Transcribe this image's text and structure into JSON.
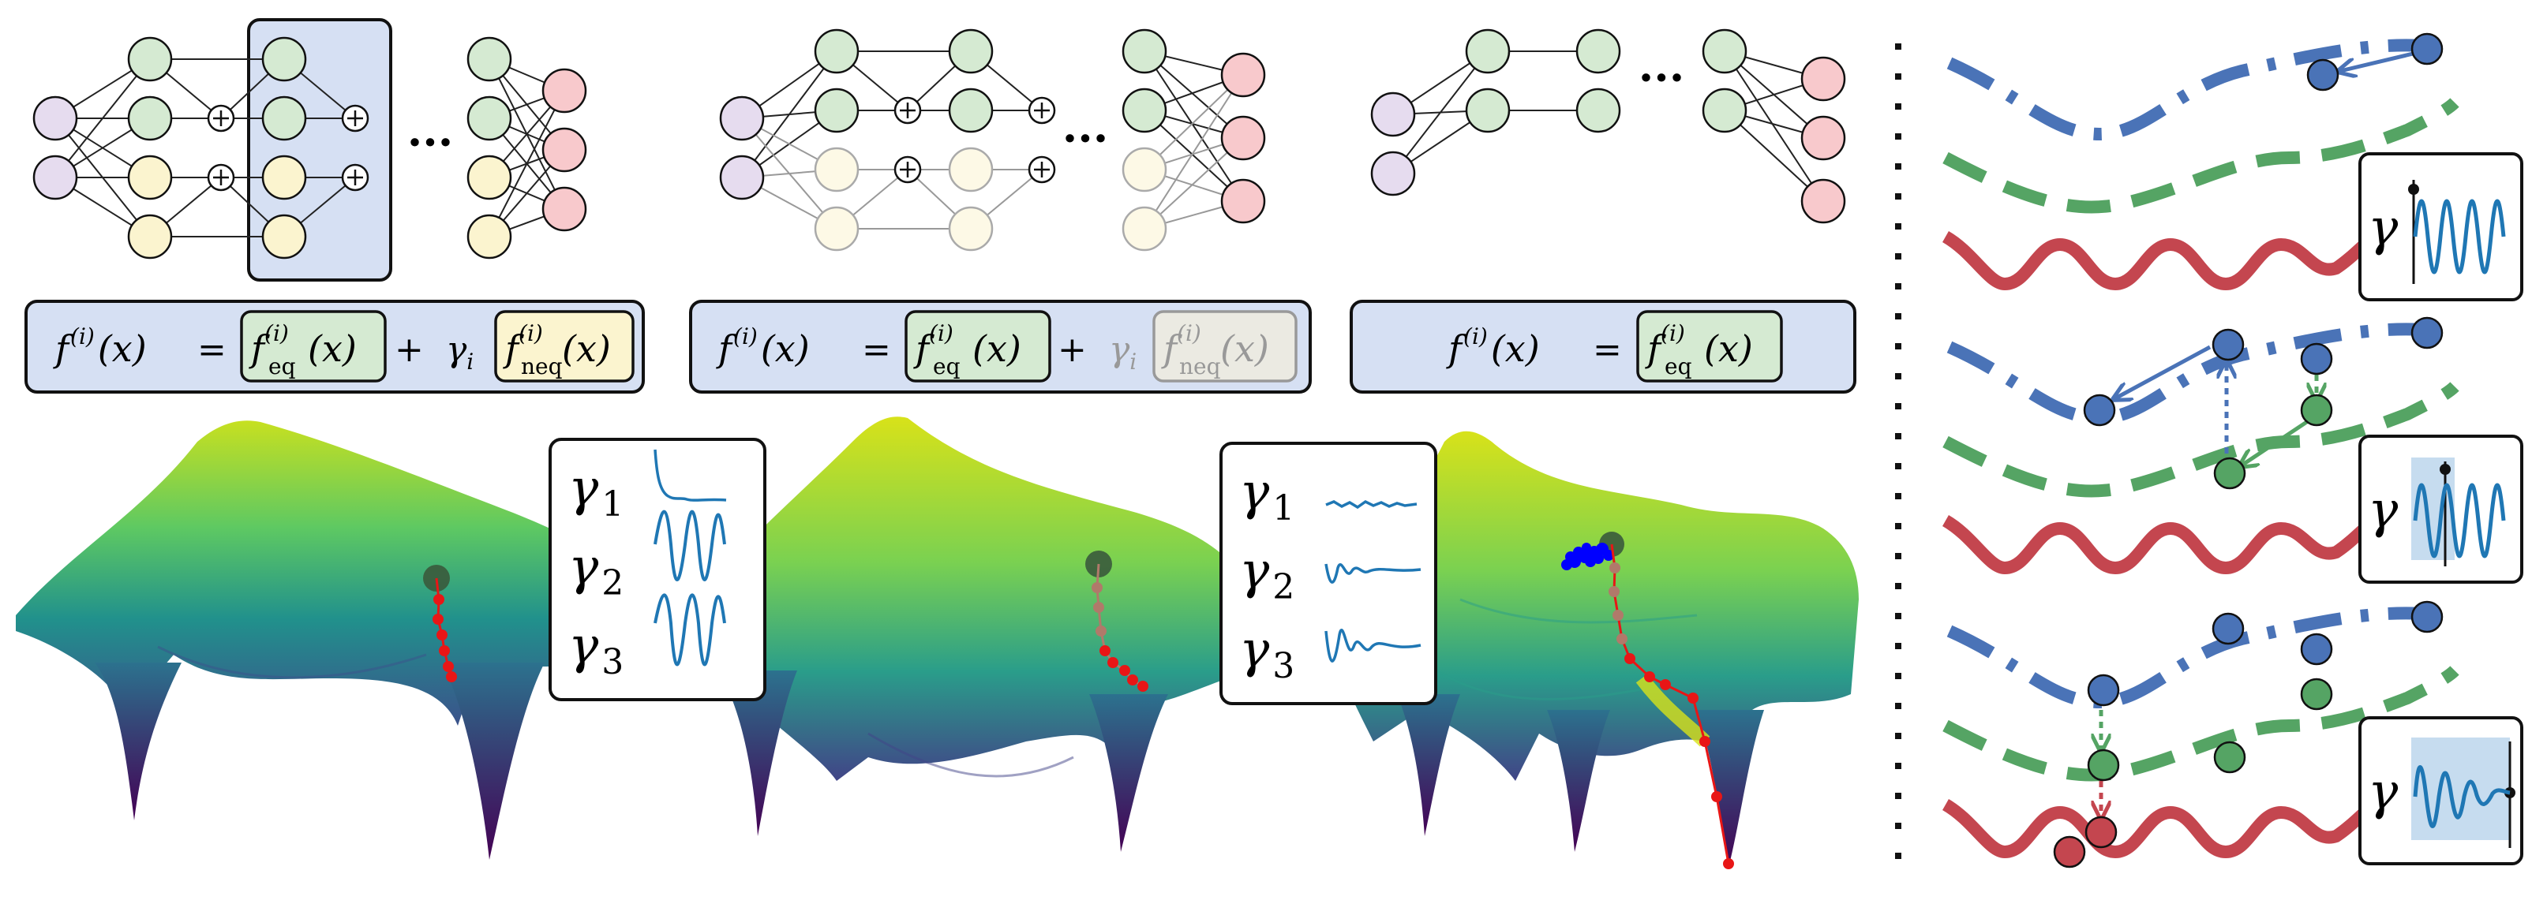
{
  "colors": {
    "node_purple": "#e6dcef",
    "node_green": "#d5ead2",
    "node_yellow": "#fbf4cf",
    "node_red": "#f8c9cc",
    "box_blue": "#d6e0f3",
    "curve_blue": "#4a73b7",
    "curve_green": "#55a464",
    "curve_red": "#c4464f",
    "trace_blue": "#1f77b4",
    "path_red": "#e81616",
    "path_brown": "#b07a6a"
  },
  "ellipsis": "···",
  "formulas": [
    {
      "lhs": "f",
      "lhs_sup": "(i)",
      "lhs_arg": "(x)",
      "eq": "=",
      "t1_f": "f",
      "t1_sup": "(i)",
      "t1_sub": "eq",
      "t1_arg": "(x)",
      "plus": "+",
      "gamma": "γ",
      "gamma_sub": "i",
      "t2_f": "f",
      "t2_sup": "(i)",
      "t2_sub": "neq",
      "t2_arg": "(x)"
    },
    {
      "lhs": "f",
      "lhs_sup": "(i)",
      "lhs_arg": "(x)",
      "eq": "=",
      "t1_f": "f",
      "t1_sup": "(i)",
      "t1_sub": "eq",
      "t1_arg": "(x)",
      "plus": "+",
      "gamma": "γ",
      "gamma_sub": "i",
      "t2_f": "f",
      "t2_sup": "(i)",
      "t2_sub": "neq",
      "t2_arg": "(x)"
    },
    {
      "lhs": "f",
      "lhs_sup": "(i)",
      "lhs_arg": "(x)",
      "eq": "=",
      "t1_f": "f",
      "t1_sup": "(i)",
      "t1_sub": "eq",
      "t1_arg": "(x)"
    }
  ],
  "legends": [
    {
      "g1": "γ",
      "s1": "1",
      "g2": "γ",
      "s2": "2",
      "g3": "γ",
      "s3": "3"
    },
    {
      "g1": "γ",
      "s1": "1",
      "g2": "γ",
      "s2": "2",
      "g3": "γ",
      "s3": "3"
    }
  ],
  "side_gamma": "γ"
}
